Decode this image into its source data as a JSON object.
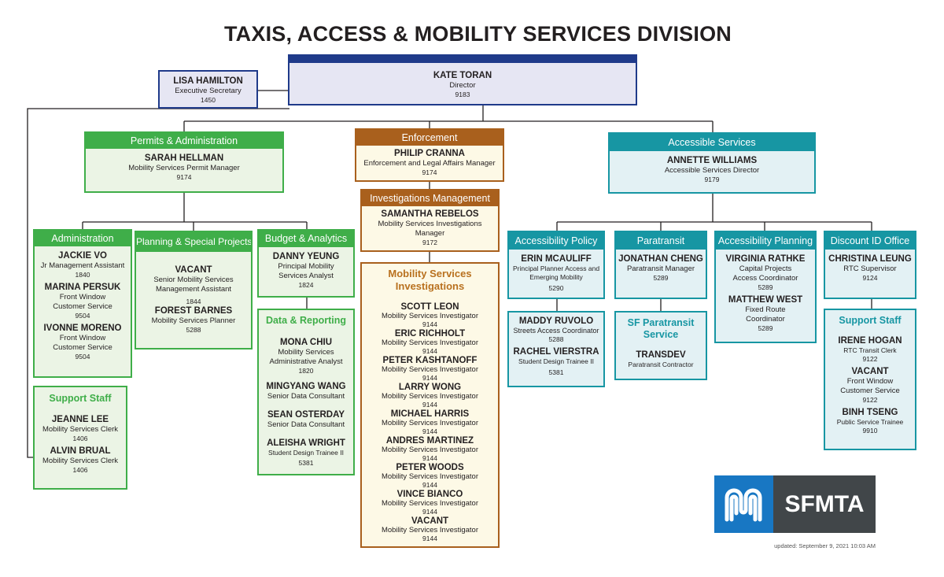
{
  "title": "TAXIS, ACCESS & MOBILITY SERVICES DIVISION",
  "colors": {
    "green": "#3fae49",
    "teal": "#1796a3",
    "brown": "#a9601d",
    "navy": "#1f3a8a",
    "gray": "#414649",
    "blue": "#1877c3"
  },
  "director": {
    "name": "KATE TORAN",
    "title": "Director",
    "number": "9183"
  },
  "exec": {
    "name": "LISA HAMILTON",
    "title": "Executive Secretary",
    "number": "1450"
  },
  "permits": {
    "header": "Permits & Administration",
    "name": "SARAH HELLMAN",
    "title": "Mobility Services Permit Manager",
    "number": "9174"
  },
  "enforcement": {
    "header": "Enforcement",
    "name": "PHILIP CRANNA",
    "title": "Enforcement and Legal Affairs Manager",
    "number": "9174"
  },
  "investigations": {
    "header": "Investigations Management",
    "name": "SAMANTHA REBELOS",
    "title": "Mobility Services Investigations Manager",
    "number": "9172"
  },
  "accessible": {
    "header": "Accessible Services",
    "name": "ANNETTE WILLIAMS",
    "title": "Accessible Services Director",
    "number": "9179"
  },
  "administration": {
    "header": "Administration",
    "people": [
      {
        "name": "JACKIE VO",
        "title": "Jr Management Assistant",
        "number": "1840"
      },
      {
        "name": "MARINA PERSUK",
        "title": "Front Window Customer Service",
        "number": "9504"
      },
      {
        "name": "IVONNE MORENO",
        "title": "Front Window Customer Service",
        "number": "9504"
      }
    ]
  },
  "support_left": {
    "header": "Support Staff",
    "people": [
      {
        "name": "JEANNE LEE",
        "title": "Mobility Services Clerk",
        "number": "1406"
      },
      {
        "name": "ALVIN BRUAL",
        "title": "Mobility Services Clerk",
        "number": "1406"
      }
    ]
  },
  "planning": {
    "header": "Planning & Special Projects",
    "people": [
      {
        "name": "VACANT",
        "title": "Senior Mobility Services Management Assistant",
        "number": "1844"
      },
      {
        "name": "FOREST BARNES",
        "title": "Mobility Services Planner",
        "number": "5288"
      }
    ]
  },
  "budget": {
    "header": "Budget & Analytics",
    "people": [
      {
        "name": "DANNY YEUNG",
        "title": "Principal Mobility Services Analyst",
        "number": "1824"
      }
    ]
  },
  "data_reporting": {
    "header": "Data & Reporting",
    "people": [
      {
        "name": "MONA CHIU",
        "title": "Mobility Services Administrative Analyst",
        "number": "1820"
      },
      {
        "name": "MINGYANG WANG",
        "title": "Senior Data Consultant"
      },
      {
        "name": "SEAN OSTERDAY",
        "title": "Senior Data Consultant"
      },
      {
        "name": "ALEISHA WRIGHT",
        "title": "Student Design Trainee II",
        "number": "5381"
      }
    ]
  },
  "msi": {
    "header": "Mobility Services Investigations",
    "people": [
      {
        "name": "SCOTT LEON",
        "title": "Mobility Services Investigator",
        "number": "9144"
      },
      {
        "name": "ERIC RICHHOLT",
        "title": "Mobility Services Investigator",
        "number": "9144"
      },
      {
        "name": "PETER KASHTANOFF",
        "title": "Mobility Services Investigator",
        "number": "9144"
      },
      {
        "name": "LARRY WONG",
        "title": "Mobility Services Investigator",
        "number": "9144"
      },
      {
        "name": "MICHAEL HARRIS",
        "title": "Mobility Services Investigator",
        "number": "9144"
      },
      {
        "name": "ANDRES MARTINEZ",
        "title": "Mobility Services Investigator",
        "number": "9144"
      },
      {
        "name": "PETER WOODS",
        "title": "Mobility Services Investigator",
        "number": "9144"
      },
      {
        "name": "VINCE BIANCO",
        "title": "Mobility Services Investigator",
        "number": "9144"
      },
      {
        "name": "VACANT",
        "title": "Mobility Services Investigator",
        "number": "9144"
      }
    ]
  },
  "acc_policy": {
    "header": "Accessibility Policy",
    "people": [
      {
        "name": "ERIN MCAULIFF",
        "title": "Principal Planner Access and Emerging Mobility",
        "number": "5290"
      }
    ]
  },
  "acc_policy_staff": {
    "people": [
      {
        "name": "MADDY RUVOLO",
        "title": "Streets Access Coordinator",
        "number": "5288"
      },
      {
        "name": "RACHEL VIERSTRA",
        "title": "Student Design Trainee II",
        "number": "5381"
      }
    ]
  },
  "paratransit": {
    "header": "Paratransit",
    "people": [
      {
        "name": "JONATHAN CHENG",
        "title": "Paratransit Manager",
        "number": "5289"
      }
    ]
  },
  "sf_paratransit": {
    "header": "SF Paratransit Service",
    "people": [
      {
        "name": "TRANSDEV",
        "title": "Paratransit Contractor"
      }
    ]
  },
  "acc_planning": {
    "header": "Accessibility Planning",
    "people": [
      {
        "name": "VIRGINIA RATHKE",
        "title": "Capital Projects Access Coordinator",
        "number": "5289"
      },
      {
        "name": "MATTHEW WEST",
        "title": "Fixed Route Coordinator",
        "number": "5289"
      }
    ]
  },
  "discount": {
    "header": "Discount ID Office",
    "people": [
      {
        "name": "CHRISTINA LEUNG",
        "title": "RTC Supervisor",
        "number": "9124"
      }
    ]
  },
  "support_right": {
    "header": "Support Staff",
    "people": [
      {
        "name": "IRENE HOGAN",
        "title": "RTC Transit Clerk",
        "number": "9122"
      },
      {
        "name": "VACANT",
        "title": "Front Window Customer Service",
        "number": "9122"
      },
      {
        "name": "BINH TSENG",
        "title": "Public Service Trainee",
        "number": "9910"
      }
    ]
  },
  "logo": {
    "text": "SFMTA",
    "icon": "sfmta-m-logo-icon"
  },
  "footer": {
    "updated": "updated: September 9, 2021 10:03 AM"
  }
}
